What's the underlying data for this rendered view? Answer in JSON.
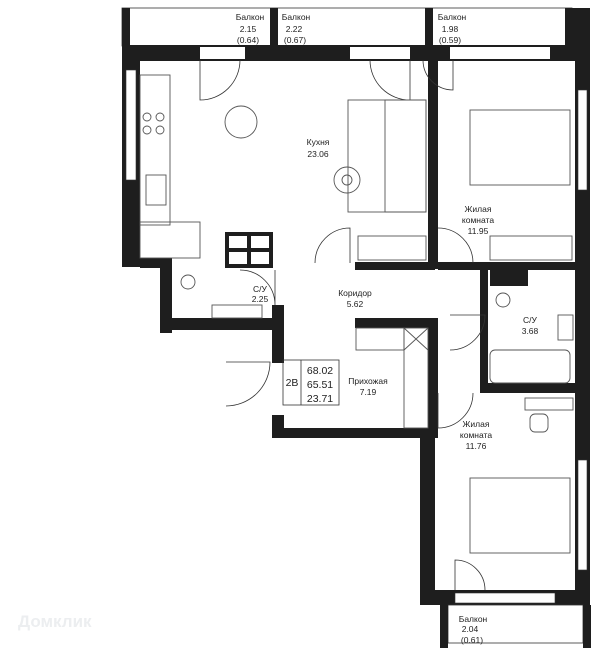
{
  "rooms": {
    "balcony1": {
      "name": "Балкон",
      "area": "2.15",
      "sub": "(0.64)"
    },
    "balcony2": {
      "name": "Балкон",
      "area": "2.22",
      "sub": "(0.67)"
    },
    "balcony3": {
      "name": "Балкон",
      "area": "1.98",
      "sub": "(0.59)"
    },
    "balcony4": {
      "name": "Балкон",
      "area": "2.04",
      "sub": "(0.61)"
    },
    "kitchen": {
      "name": "Кухня",
      "area": "23.06"
    },
    "bedroom1": {
      "name1": "Жилая",
      "name2": "комната",
      "area": "11.95"
    },
    "bedroom2": {
      "name1": "Жилая",
      "name2": "комната",
      "area": "11.76"
    },
    "bath1": {
      "name": "С/У",
      "area": "2.25"
    },
    "bath2": {
      "name": "С/У",
      "area": "3.68"
    },
    "corridor": {
      "name": "Коридор",
      "area": "5.62"
    },
    "hall": {
      "name": "Прихожая",
      "area": "7.19"
    }
  },
  "summary": {
    "type": "2В",
    "total": "68.02",
    "living_total": "65.51",
    "living": "23.71"
  },
  "watermark": "Домклик"
}
